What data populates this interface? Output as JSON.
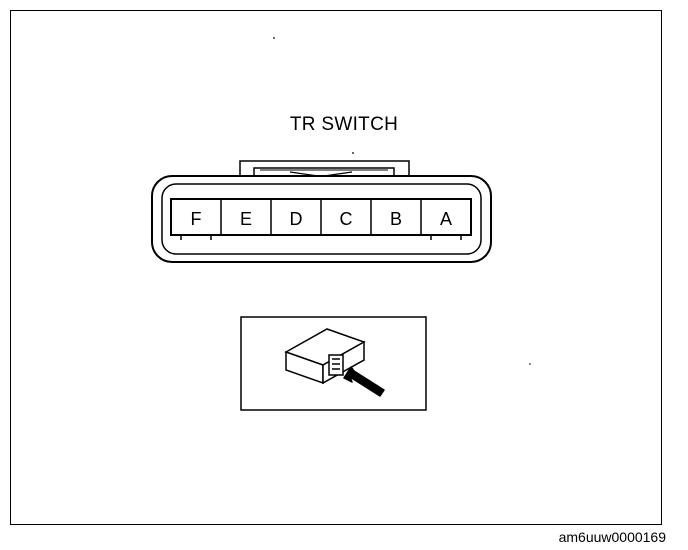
{
  "diagram": {
    "title": "TR SWITCH",
    "figure_code": "am6uuw0000169",
    "terminals": [
      "F",
      "E",
      "D",
      "C",
      "B",
      "A"
    ]
  }
}
